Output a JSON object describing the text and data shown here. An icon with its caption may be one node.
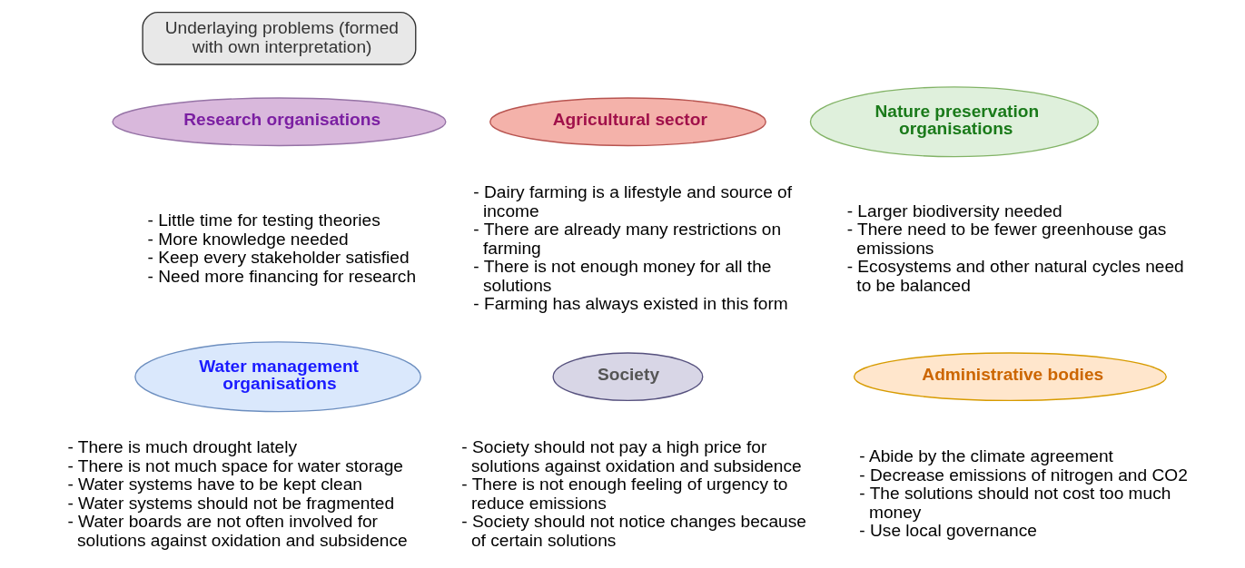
{
  "diagram": {
    "nodes": [
      {
        "text": [
          "Underlaying problems (formed with own interpretation)"
        ]
      },
      {
        "text": [
          "Research organisations"
        ],
        "beside": [
          "- Little time for testing theories",
          "- More knowledge needed",
          "- Keep every stakeholder satisfied",
          "- Need more financing for research"
        ]
      },
      {
        "text": [
          "Agricultural sector"
        ],
        "beside": [
          "- Dairy farming is a lifestyle and source of income",
          "- There are already many restrictions on farming",
          "- There is not enough money for all the solutions",
          "- Farming has always existed in this form"
        ]
      },
      {
        "text": [
          "Nature preservation organisations"
        ],
        "beside": [
          "- Larger biodiversity needed",
          "- There need to be fewer greenhouse gas emissions",
          "- Ecosystems and other natural cycles need to be balanced"
        ]
      },
      {
        "text": [
          "Water management organisations"
        ],
        "beside": [
          "- There is much drought lately",
          "- There is not much space for water storage",
          "- Water systems have to be kept clean",
          "- Water systems should not be fragmented",
          "- Water boards are not often involved for solutions against oxidation and subsidence"
        ]
      },
      {
        "text": [
          "Society"
        ],
        "beside": [
          "- Society should not pay a high price for solutions against oxidation and subsidence",
          "- There is not enough feeling of urgency to reduce emissions",
          "- Society should not notice changes because of certain solutions"
        ]
      },
      {
        "text": [
          "Administrative bodies"
        ],
        "beside": [
          "- Abide by the climate agreement",
          "- Decrease emissions of nitrogen and CO2",
          "- The solutions should not cost too much money",
          "- Use local governance"
        ]
      }
    ]
  }
}
